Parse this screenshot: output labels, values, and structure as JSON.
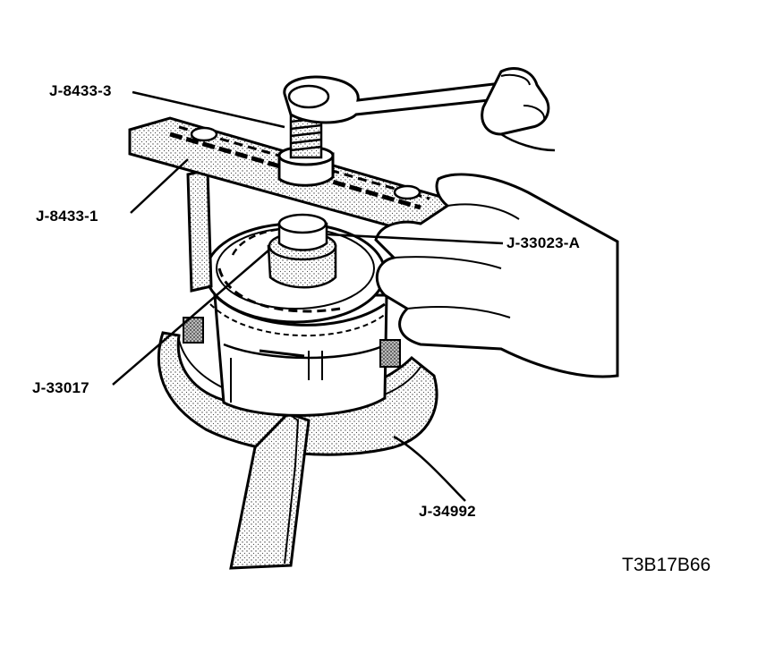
{
  "labels": {
    "screw": "J-8433-3",
    "bridge": "J-8433-1",
    "adapter": "J-33023-A",
    "compressor": "J-33017",
    "fixture": "J-34992"
  },
  "figure_id": "T3B17B66",
  "colors": {
    "ink": "#000000",
    "paper": "#ffffff",
    "stipple": "#7a7a7a"
  }
}
